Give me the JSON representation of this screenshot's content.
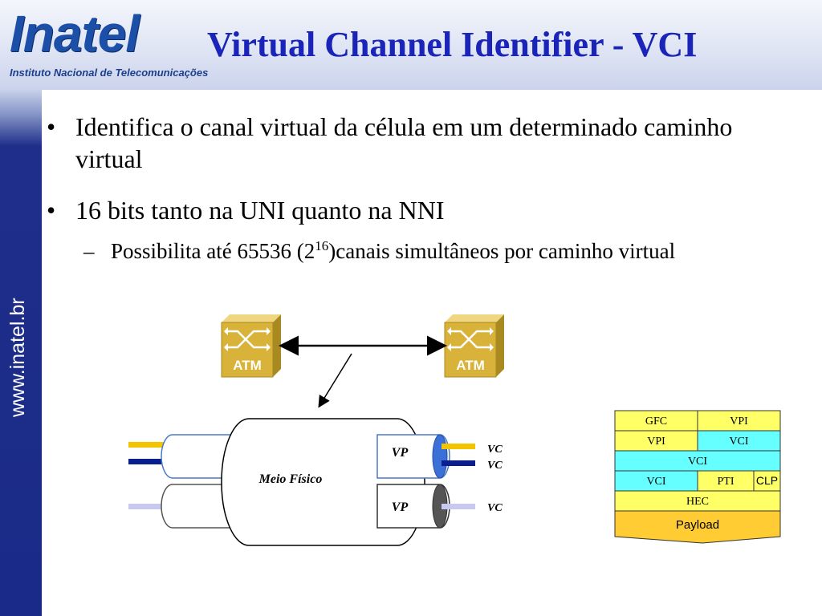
{
  "header": {
    "logo_word": "Inatel",
    "logo_sub": "Instituto Nacional de Telecomunicações",
    "title": "Virtual Channel Identifier - VCI"
  },
  "sidebar": {
    "url": "www.inatel.br"
  },
  "bullets": {
    "b1": "Identifica o canal virtual da célula em um determinado caminho virtual",
    "b2": "16 bits tanto na UNI quanto na NNI",
    "sub1_a": "Possibilita até 65536 (2",
    "sub1_exp": "16",
    "sub1_b": ")canais simultâneos por caminho virtual",
    "bullet_mark": "•",
    "dash_mark": "–"
  },
  "diagram": {
    "switch_left": "ATM",
    "switch_right": "ATM",
    "medium_label": "Meio Físico",
    "vp_top": "VP",
    "vp_bottom": "VP",
    "vc_1": "VC",
    "vc_2": "VC",
    "vc_3": "VC",
    "switch_color": "#d9b23a",
    "wire_colors": {
      "yellow": "#f5c400",
      "navy": "#0a1f8f",
      "lavender": "#c8c8f0"
    }
  },
  "cell_header": {
    "rows": [
      [
        {
          "label": "GFC",
          "color": "#ffff66"
        },
        {
          "label": "VPI",
          "color": "#ffff66"
        }
      ],
      [
        {
          "label": "VPI",
          "color": "#ffff66"
        },
        {
          "label": "VCI",
          "color": "#66ffff"
        }
      ],
      [
        {
          "label": "VCI",
          "color": "#66ffff"
        }
      ],
      [
        {
          "label": "VCI",
          "color": "#66ffff"
        },
        {
          "label": "PTI",
          "color": "#ffff66"
        },
        {
          "label": "CLP",
          "color": "#ffff66"
        }
      ],
      [
        {
          "label": "HEC",
          "color": "#ffff66"
        }
      ]
    ],
    "payload": "Payload",
    "payload_color": "#ffcc33"
  },
  "colors": {
    "title": "#1a24b8",
    "sidebar": "#1a2a88"
  }
}
